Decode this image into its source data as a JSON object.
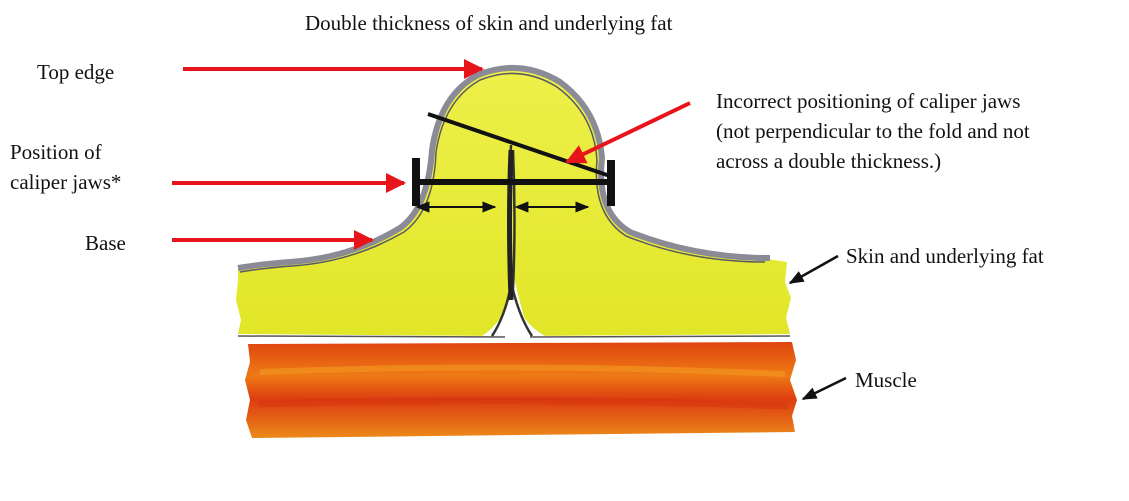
{
  "labels": {
    "title": "Double thickness of skin and underlying fat",
    "top_edge": "Top edge",
    "position_line1": "Position of",
    "position_line2": "caliper jaws*",
    "base": "Base",
    "incorrect_line1": "Incorrect positioning of caliper jaws",
    "incorrect_line2": "(not perpendicular to the fold and not",
    "incorrect_line3": "across a double thickness.)",
    "skin": "Skin and underlying fat",
    "muscle": "Muscle"
  },
  "colors": {
    "arrow_red": "#e8141c",
    "fat_yellow": "#e6ea2a",
    "fat_yellow_light": "#f0f25c",
    "skin_outline": "#8b8b98",
    "muscle_orange": "#e55a12",
    "muscle_red": "#dc3a10",
    "caliper_black": "#111111"
  }
}
